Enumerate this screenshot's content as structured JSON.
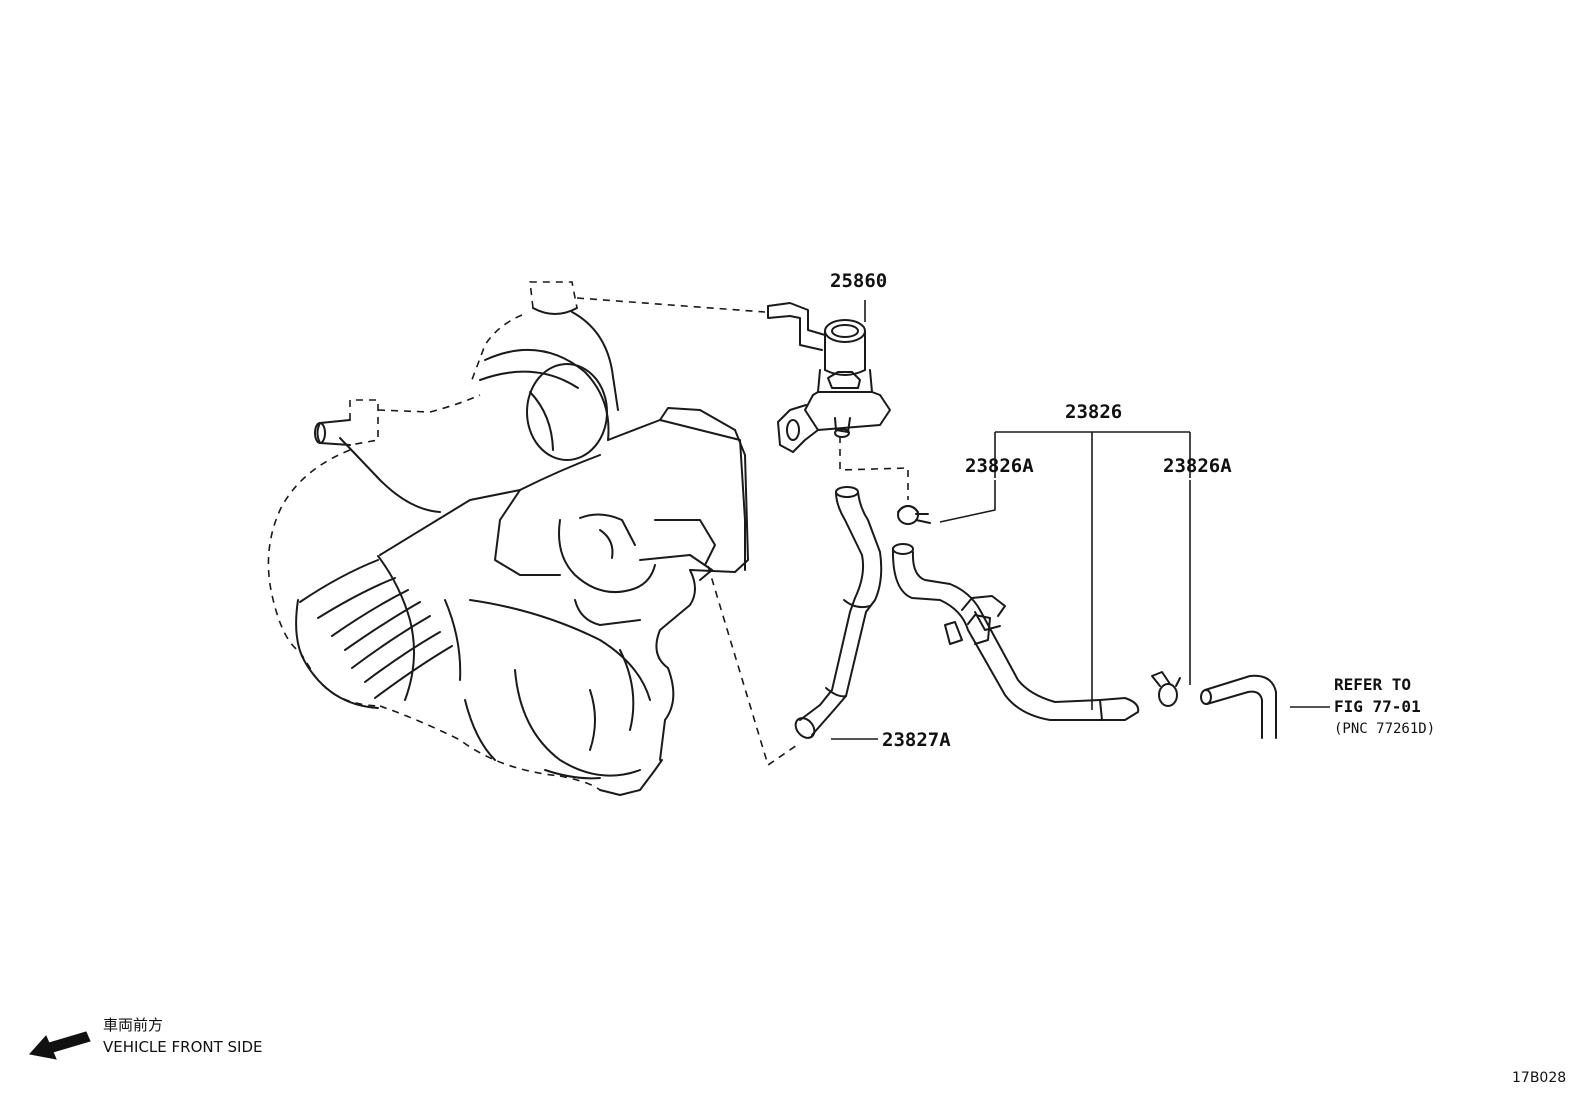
{
  "labels": {
    "vsv": "25860",
    "hose_assembly": "23826",
    "clamp_left": "23826A",
    "clamp_right": "23826A",
    "hose_short": "23827A"
  },
  "reference": {
    "line1": "REFER TO",
    "line2": "FIG 77-01",
    "line3": "(PNC 77261D)"
  },
  "direction": {
    "japanese": "車両前方",
    "english": "VEHICLE FRONT SIDE"
  },
  "figure_code": "17B028"
}
